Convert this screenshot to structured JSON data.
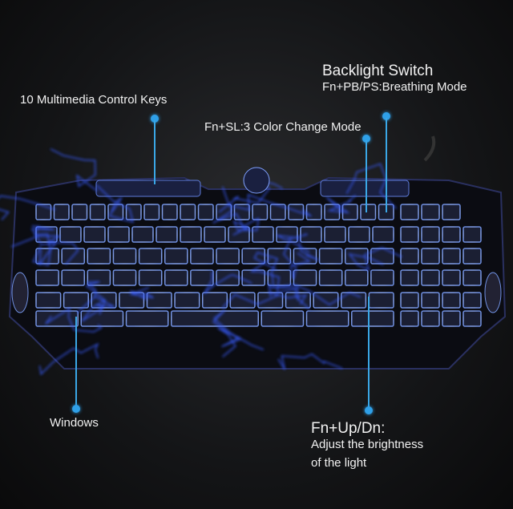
{
  "callouts": {
    "multimedia": "10 Multimedia Control Keys",
    "backlight_title": "Backlight Switch",
    "backlight_desc": "Fn+PB/PS:Breathing Mode",
    "color_mode": "Fn+SL:3 Color Change Mode",
    "windows": "Windows",
    "brightness_title": "Fn+Up/Dn:",
    "brightness_line1": "Adjust the brightness",
    "brightness_line2": "of the light"
  },
  "colors": {
    "accent": "#2fa0e8",
    "key_glow": "#9fc4ff",
    "lightning": "#3a5cff"
  }
}
